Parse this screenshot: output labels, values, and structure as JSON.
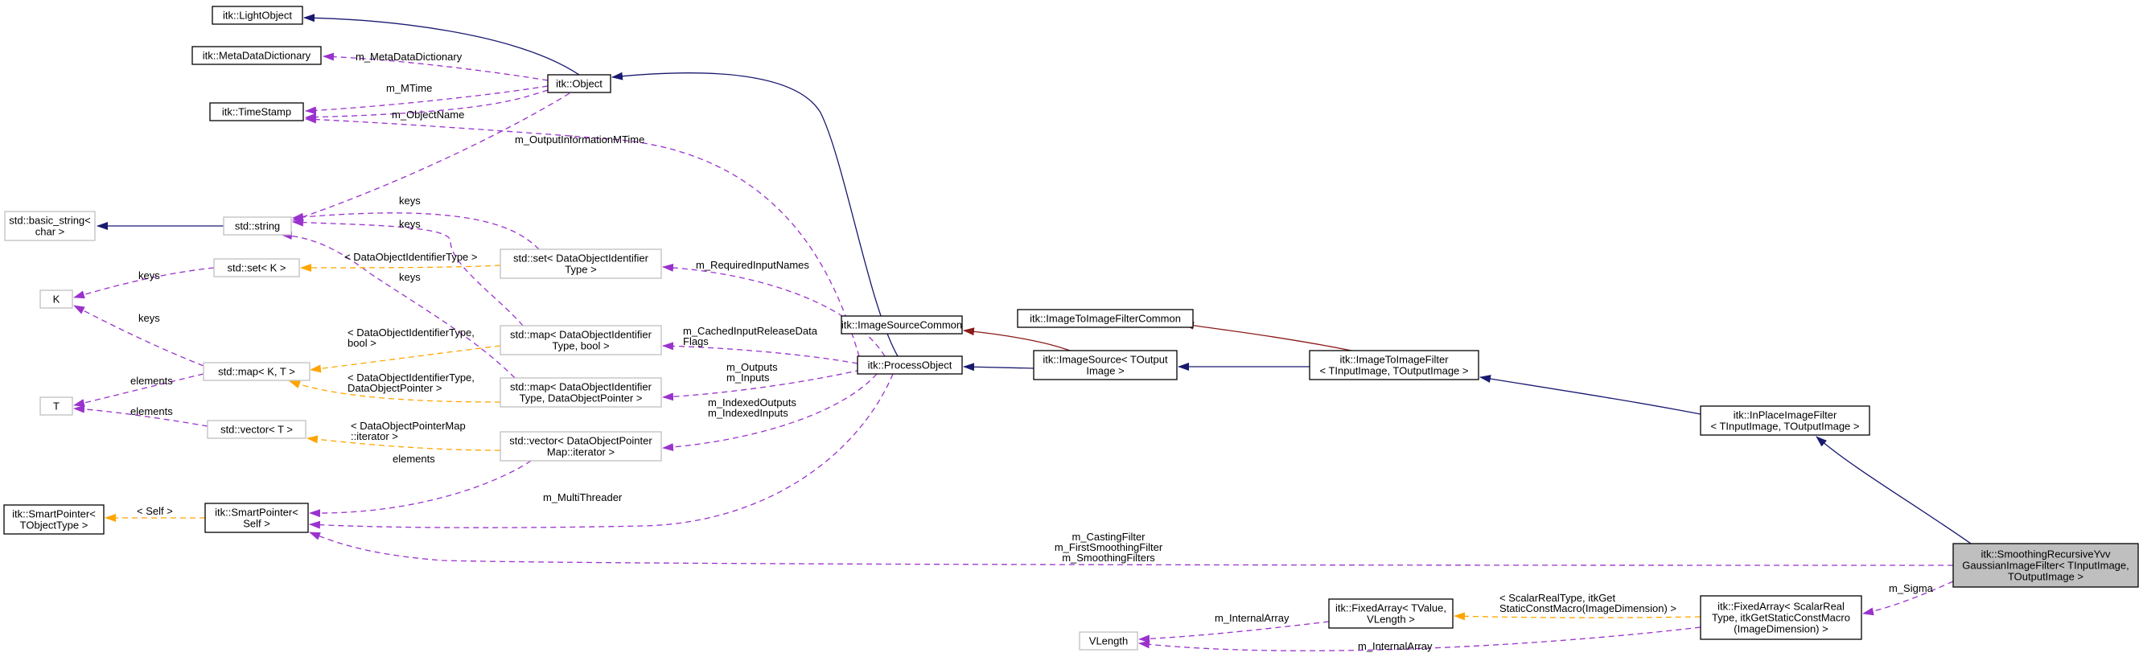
{
  "colors": {
    "inherit": "#191970",
    "usage": "#9a32cd",
    "template": "#ffa500",
    "composition": "#8b1a1a",
    "highlight_fill": "#bfbfbf",
    "solid_border": "#000000",
    "grey_border": "#bfbfbf"
  },
  "nodes": {
    "lightobject": [
      "itk::LightObject"
    ],
    "metadata": [
      "itk::MetaDataDictionary"
    ],
    "timestamp": [
      "itk::TimeStamp"
    ],
    "object": [
      "itk::Object"
    ],
    "basicstring": [
      "std::basic_string<",
      "char >"
    ],
    "stdstring": [
      "std::string"
    ],
    "setK": [
      "std::set< K >"
    ],
    "K": [
      "K"
    ],
    "mapKT": [
      "std::map< K, T >"
    ],
    "T": [
      "T"
    ],
    "vectorT": [
      "std::vector< T >"
    ],
    "sptobj": [
      "itk::SmartPointer<",
      "TObjectType >"
    ],
    "sptself": [
      "itk::SmartPointer<",
      "Self >"
    ],
    "setDOI": [
      "std::set< DataObjectIdentifier",
      "Type >"
    ],
    "mapDOIbool": [
      "std::map< DataObjectIdentifier",
      "Type, bool >"
    ],
    "mapDOIptr": [
      "std::map< DataObjectIdentifier",
      "Type, DataObjectPointer >"
    ],
    "vecDOPM": [
      "std::vector< DataObjectPointer",
      "Map::iterator >"
    ],
    "imgsrccommon": [
      "itk::ImageSourceCommon"
    ],
    "processobject": [
      "itk::ProcessObject"
    ],
    "imagesource": [
      "itk::ImageSource< TOutput",
      "Image >"
    ],
    "img2imgcommon": [
      "itk::ImageToImageFilterCommon"
    ],
    "img2img": [
      "itk::ImageToImageFilter",
      "< TInputImage, TOutputImage >"
    ],
    "inplace": [
      "itk::InPlaceImageFilter",
      "< TInputImage, TOutputImage >"
    ],
    "smoothing": [
      "itk::SmoothingRecursiveYvv",
      "GaussianImageFilter< TInputImage,",
      "TOutputImage >"
    ],
    "vlength": [
      "VLength"
    ],
    "fixedTV": [
      "itk::FixedArray< TValue,",
      "VLength >"
    ],
    "fixedSR": [
      "itk::FixedArray< ScalarReal",
      "Type, itkGetStaticConstMacro",
      "(ImageDimension) >"
    ]
  },
  "edges": {
    "lo_obj": [],
    "md_obj": [
      "m_MetaDataDictionary"
    ],
    "ts_obj": [
      "m_MTime"
    ],
    "ts_po": [
      "m_ObjectName"
    ],
    "ts_po2": [
      "m_OutputInformationMTime"
    ],
    "bs_ss": [],
    "ss_obj": [],
    "ss_setDOI": [
      "keys"
    ],
    "ss_mapDOIbool": [
      "keys"
    ],
    "ss_mapDOIptr": [
      "keys"
    ],
    "K_setK": [
      "keys"
    ],
    "K_mapKT": [
      "keys"
    ],
    "T_mapKT": [
      "elements"
    ],
    "T_vecT": [
      "elements"
    ],
    "setK_setDOI": [
      "< DataObjectIdentifierType >"
    ],
    "mapKT_mapDOIbool": [
      "< DataObjectIdentifierType,",
      "bool >"
    ],
    "mapKT_mapDOIptr": [
      "< DataObjectIdentifierType,",
      "DataObjectPointer >"
    ],
    "vecT_vecDOPM": [
      "< DataObjectPointerMap",
      "::iterator >"
    ],
    "sptobj_sptself": [
      "< Self >"
    ],
    "sptself_vecDOPM": [
      "elements"
    ],
    "setDOI_po": [
      "m_RequiredInputNames"
    ],
    "mapDOIbool_po": [
      "m_CachedInputReleaseData",
      "Flags"
    ],
    "mapDOIptr_po": [
      "m_Outputs",
      "m_Inputs"
    ],
    "vecDOPM_po": [
      "m_IndexedOutputs",
      "m_IndexedInputs"
    ],
    "sptself_po": [
      "m_MultiThreader"
    ],
    "obj_po": [],
    "isc_is": [],
    "po_is": [],
    "i2ic_i2i": [],
    "is_i2i": [],
    "i2i_ip": [],
    "ip_sm": [],
    "sptself_sm": [
      "m_CastingFilter",
      "m_FirstSmoothingFilter",
      "m_SmoothingFilters"
    ],
    "fixedSR_sm": [
      "m_Sigma"
    ],
    "vl_fixedTV": [
      "m_InternalArray"
    ],
    "vl_fixedSR": [
      "m_InternalArray"
    ],
    "fixedTV_fixedSR": [
      "< ScalarRealType, itkGet",
      "StaticConstMacro(ImageDimension) >"
    ]
  }
}
